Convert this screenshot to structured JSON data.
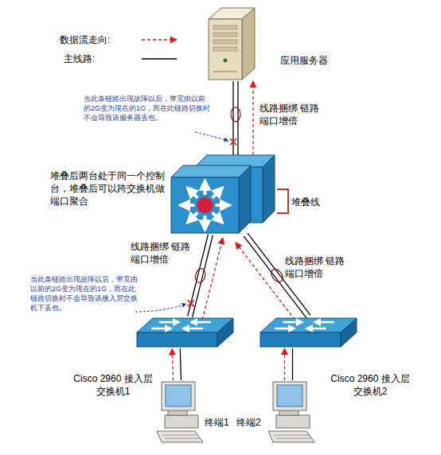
{
  "diagram": {
    "nodes": [
      {
        "text": [
          "应用服务器"
        ]
      },
      {
        "text": [
          "堆叠后两台处于同一个控制台，堆叠后可以跨交换机做端口聚合"
        ]
      },
      {
        "text": [
          "Cisco 2960 接入层交换机1"
        ]
      },
      {
        "text": [
          "Cisco 2960 接入层交换机2"
        ]
      },
      {
        "text": [
          "终端1"
        ]
      },
      {
        "text": [
          "终端2"
        ]
      }
    ],
    "edges": [
      {
        "from": 1,
        "to": 0,
        "arrow": "to",
        "label": "线路捆绑 链路端口增倍"
      },
      {
        "from": 2,
        "to": 1,
        "arrow": "to",
        "label": "线路捆绑 链路端口增倍"
      },
      {
        "from": 3,
        "to": 1,
        "arrow": "to",
        "label": "线路捆绑 链路端口增倍"
      },
      {
        "from": 4,
        "to": 2,
        "arrow": "to"
      },
      {
        "from": 5,
        "to": 3,
        "arrow": "to"
      }
    ],
    "labels": [
      "当此条链路出现故障以后，带宽由以前的2G变为现在的1G，而在此链路切换时不会导致该服务器丢包。",
      "堆叠线",
      "当此条链路出现故障以后，带宽由以前的2G变为现在的1G，而在此链路切换时不会导致该接入层交换机下丢包。"
    ],
    "legend": [
      {
        "text": "数据流走向:"
      },
      {
        "text": "主线路:"
      }
    ]
  }
}
